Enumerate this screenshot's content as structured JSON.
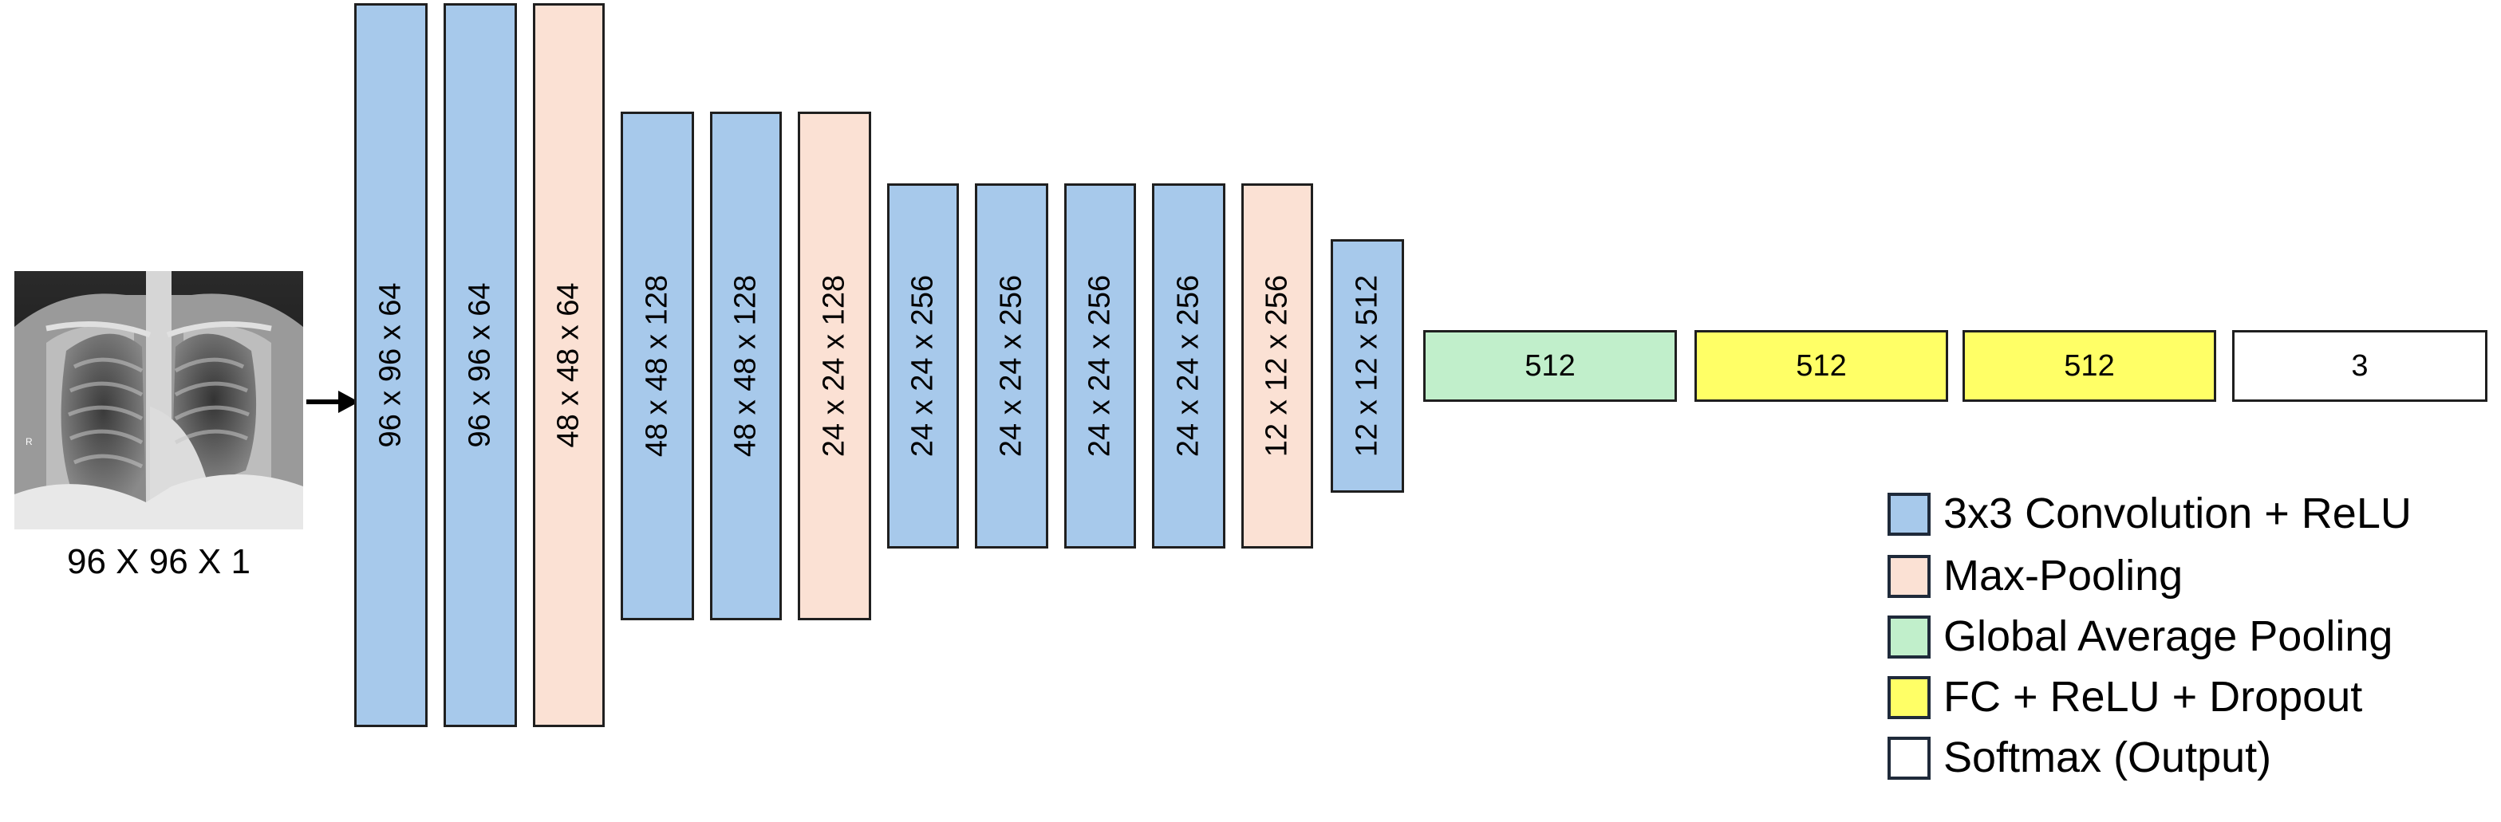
{
  "input": {
    "caption": "96 X 96 X 1",
    "image_marker": "R"
  },
  "colors": {
    "conv": "#a7c9eb",
    "pool": "#fbe1d4",
    "gap": "#c1efcb",
    "fc": "#ffff66",
    "softmax": "#ffffff"
  },
  "conv_layers": [
    {
      "label": "96 x 96 x 64",
      "kind": "conv"
    },
    {
      "label": "96 x 96 x 64",
      "kind": "conv"
    },
    {
      "label": "48 x 48 x 64",
      "kind": "pool"
    },
    {
      "label": "48 x 48 x 128",
      "kind": "conv"
    },
    {
      "label": "48 x 48 x 128",
      "kind": "conv"
    },
    {
      "label": "24 x 24 x 128",
      "kind": "pool"
    },
    {
      "label": "24 x 24 x 256",
      "kind": "conv"
    },
    {
      "label": "24 x 24 x 256",
      "kind": "conv"
    },
    {
      "label": "24 x 24 x 256",
      "kind": "conv"
    },
    {
      "label": "24 x 24 x 256",
      "kind": "conv"
    },
    {
      "label": "12 x 12 x 256",
      "kind": "pool"
    },
    {
      "label": "12 x 12 x 512",
      "kind": "conv"
    }
  ],
  "dense_layers": [
    {
      "label": "512",
      "kind": "gap"
    },
    {
      "label": "512",
      "kind": "fc"
    },
    {
      "label": "512",
      "kind": "fc"
    },
    {
      "label": "3",
      "kind": "softmax"
    }
  ],
  "legend": [
    {
      "label": "3x3 Convolution + ReLU",
      "kind": "conv"
    },
    {
      "label": "Max-Pooling",
      "kind": "pool"
    },
    {
      "label": "Global Average Pooling",
      "kind": "gap"
    },
    {
      "label": "FC + ReLU + Dropout",
      "kind": "fc"
    },
    {
      "label": "Softmax (Output)",
      "kind": "softmax"
    }
  ]
}
